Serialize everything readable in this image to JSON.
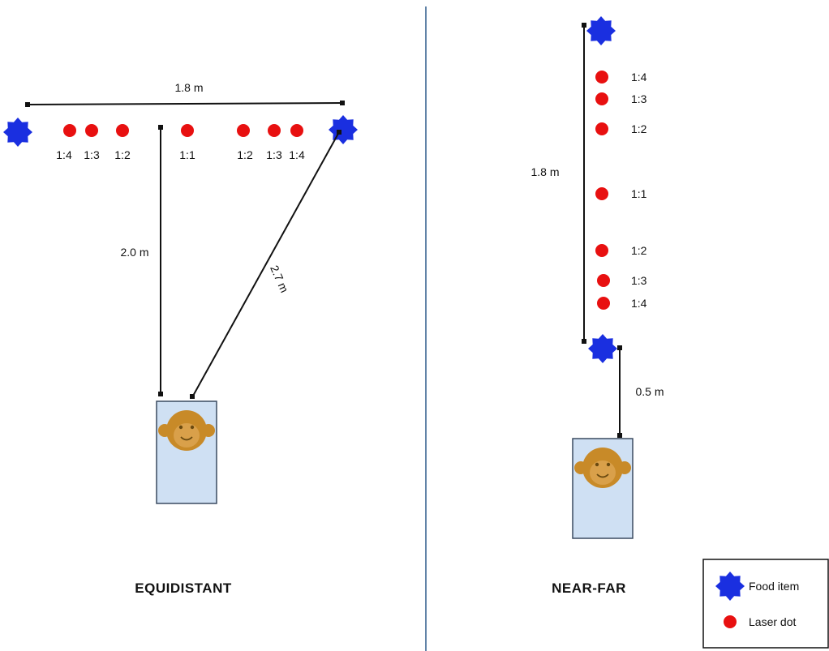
{
  "colors": {
    "food": "#1a2fe0",
    "dot": "#e81010",
    "panel_fill": "#cfe0f3",
    "panel_stroke": "#3a4a60",
    "face": "#c88a28",
    "divider": "#2d5a8a"
  },
  "icons": {
    "food": "eight-point-star-icon",
    "dot": "circle-icon",
    "monkey": "monkey-face-icon"
  },
  "equidistant": {
    "title": "EQUIDISTANT",
    "width_label": "1.8 m",
    "near_label": "2.0 m",
    "diag_label": "2.7 m",
    "dot_labels": [
      "1:4",
      "1:3",
      "1:2",
      "1:1",
      "1:2",
      "1:3",
      "1:4"
    ]
  },
  "nearfar": {
    "title": "NEAR-FAR",
    "length_label": "1.8 m",
    "near_label": "0.5 m",
    "dot_labels": [
      "1:4",
      "1:3",
      "1:2",
      "1:1",
      "1:2",
      "1:3",
      "1:4"
    ]
  },
  "legend": {
    "food_label": "Food item",
    "dot_label": "Laser dot"
  }
}
